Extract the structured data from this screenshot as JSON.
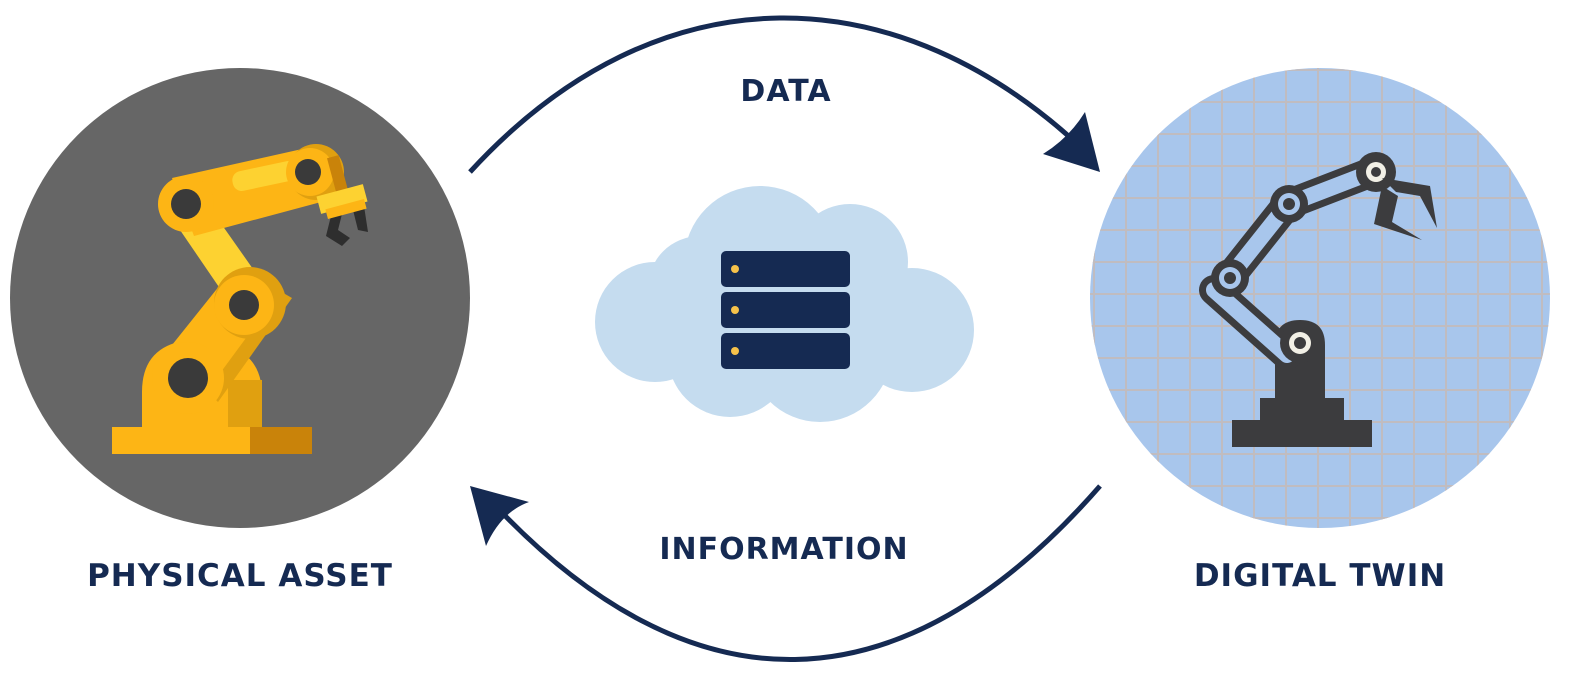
{
  "labels": {
    "data_flow": "DATA",
    "information_flow": "INFORMATION",
    "physical_asset": "PHYSICAL ASSET",
    "digital_twin": "DIGITAL TWIN"
  },
  "colors": {
    "navy": "#152a52",
    "physical_circle": "#666666",
    "twin_circle": "#a8c6ec",
    "twin_grid": "#c0bcc0",
    "cloud": "#c5dcef",
    "robot_yellow": "#fdb515",
    "robot_light": "#fdd231",
    "robot_shadow": "#e0a010",
    "robot_dark_orange": "#c9830a",
    "server_led": "#f6c24a",
    "twin_robot": "#3c3c3e"
  },
  "icons": {
    "physical": "industrial-robot-arm-icon",
    "twin": "robot-arm-outline-icon",
    "cloud": "cloud-server-icon"
  }
}
